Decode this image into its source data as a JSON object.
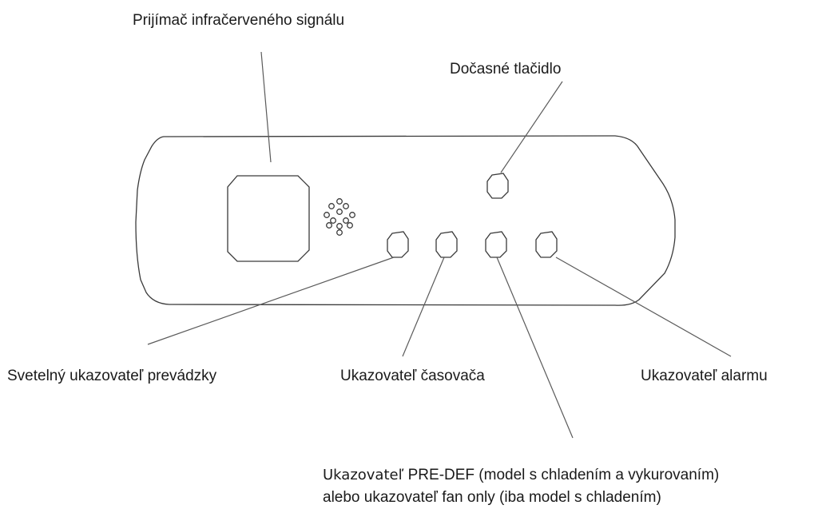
{
  "labels": {
    "ir_receiver": "Prijímač infračerveného signálu",
    "temporary_button": "Dočasné tlačidlo",
    "power_indicator": "Svetelný ukazovateľ prevádzky",
    "timer_indicator": "Ukazovateľ časovača",
    "alarm_indicator": "Ukazovateľ alarmu",
    "predef_line1_lead": "Ukazovateľ",
    "predef_line1_rest": " PRE-DEF (model s chladením a vykurovaním)",
    "predef_line2": "alebo ukazovateľ fan only (iba model s chladením)"
  },
  "colors": {
    "outline": "#3a3a3a",
    "leader": "#5a5a5a",
    "text": "#1a1a1a"
  }
}
